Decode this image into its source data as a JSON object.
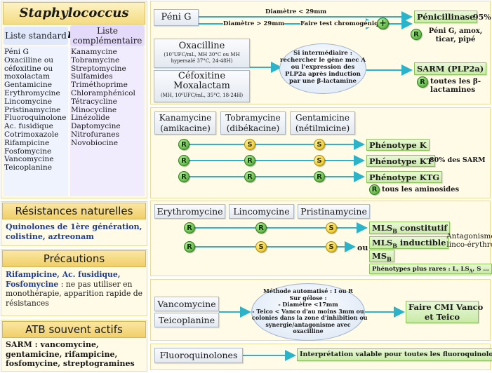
{
  "left": {
    "title": "Staphylococcus aureus",
    "standard_header": "Liste standard",
    "complementary_header": "Liste\ncomplémentaire",
    "standard_list": "Péni G\nOxacilline ou\ncéfoxitine ou\nmoxolactam\nGentamicine\nErythromycine\nLincomycine\nPristinamycine\nFluoroquinolone\nAc. fusidique\nCotrimoxazole\nRifampicine\nFosfomycine\nVancomycine\nTeicoplanine",
    "complementary_list": "Kanamycine\nTobramycine\nStreptomycine\nSulfamides\nTriméthoprime\nChloramphénicol\nTétracycline\nMinocycline\nLinézolide\nDaptomycine\nNitrofuranes\nNovobiocine",
    "natural_resistance": {
      "title": "Résistances naturelles",
      "text": "Quinolones de 1ère génération, colistine, aztreonam"
    },
    "precautions": {
      "title": "Précautions",
      "text_blue": "Rifampicine, Ac. fusidique, Fosfomycine",
      "text_black": " : ne pas utiliser en monothérapie, apparition rapide de résistances"
    },
    "active": {
      "title": "ATB souvent actifs",
      "text": "SARM : vancomycine, gentamicine, rifampicine, fosfomycine, streptogramines"
    }
  },
  "beta_lactam": {
    "peni_g": "Péni G",
    "diam_lt": "Diamètre < 29mm",
    "diam_gt": "Diamètre > 29mm",
    "chromo": "Faire test chromogénique",
    "plus": "+",
    "penicillinase": "Pénicillinase",
    "pct95": "95%",
    "r_label": "R",
    "peni_r": "Péni G, amox,\nticar, pipé",
    "oxa_title": "Oxacilline",
    "oxa_cond": "(10⁷UFC/mL, MH 30°C ou MH\nhypersalé 37°C, 24-48H)",
    "cefox_title": "Céfoxitine\nMoxalactam",
    "cefox_cond": "(MH, 10⁶UFC/mL, 35°C, 18-24H)",
    "bubble": "Si intermédiaire :\nrechercher le gène mec A\nou l'expression des\nPLP2a après induction\npar une β-lactamine",
    "sarm": "SARM (PLP2a)",
    "sarm_r": "toutes les β-lactamines"
  },
  "aminosides": {
    "drugs": [
      "Kanamycine\n(amikacine)",
      "Tobramycine\n(dibékacine)",
      "Gentamicine\n(nétilmicine)"
    ],
    "rows": [
      {
        "marks": [
          "R",
          "S",
          "S"
        ],
        "phenotype": "Phénotype K",
        "note": ""
      },
      {
        "marks": [
          "R",
          "R",
          "S"
        ],
        "phenotype": "Phénotype KT",
        "note": "80% des SARM"
      },
      {
        "marks": [
          "R",
          "R",
          "R"
        ],
        "phenotype": "Phénotype KTG",
        "note": "tous les aminosides"
      }
    ]
  },
  "macrolides": {
    "drugs": [
      "Erythromycine",
      "Lincomycine",
      "Pristinamycine"
    ],
    "rows": [
      {
        "marks": [
          "R",
          "R",
          "S"
        ]
      },
      {
        "marks": [
          "R",
          "S",
          "S"
        ]
      }
    ],
    "mls_const": "MLS",
    "mls_const_tail": " constitutif",
    "mls_ind": "MLS",
    "mls_ind_tail": " inductible",
    "msb": "MS",
    "sub_b": "B",
    "ou": "ou",
    "antag": "Antagonisme\nlinco-érythro",
    "rare": "Phénotypes plus rares : L, LS",
    "rare_sub": "A",
    "rare_tail": ", S …"
  },
  "glyco": {
    "vanco": "Vancomycine",
    "teico": "Teicoplanine",
    "bubble": "Méthode automatisé : I ou R\nSur gélose :\n- Diamètre <17mm\n- Teico < Vanco d'au moins 3mm ou\ncolonies dans la zone d'inhibition ou\nsynergie/antagonisme avec\noxacilline",
    "result": "Faire CMI Vanco\net Teico"
  },
  "fq": {
    "label": "Fluoroquinolones",
    "note": "Interprétation valable pour toutes les fluoroquinolones"
  }
}
